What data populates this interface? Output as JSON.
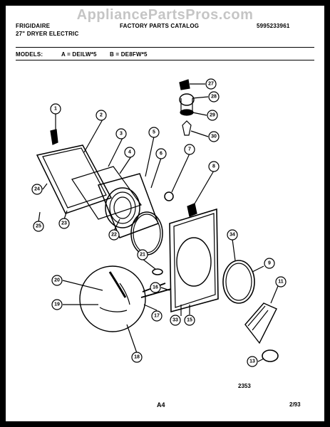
{
  "watermark": "AppliancePartsPros.com",
  "header": {
    "brand": "FRIGIDAIRE",
    "product": "27\" DRYER ELECTRIC",
    "catalog": "FACTORY PARTS CATALOG",
    "catalog_number": "5995233961"
  },
  "models": {
    "label": "MODELS:",
    "a": "A = DEILW*5",
    "b": "B = DE8FW*5"
  },
  "callouts": [
    "1",
    "2",
    "3",
    "4",
    "5",
    "6",
    "7",
    "8",
    "9",
    "11",
    "13",
    "15",
    "16",
    "17",
    "18",
    "19",
    "20",
    "21",
    "22",
    "23",
    "24",
    "25",
    "27",
    "28",
    "29",
    "30",
    "33",
    "34"
  ],
  "footer": {
    "figure_number": "2353",
    "page_label": "A4",
    "date": "2/93"
  }
}
